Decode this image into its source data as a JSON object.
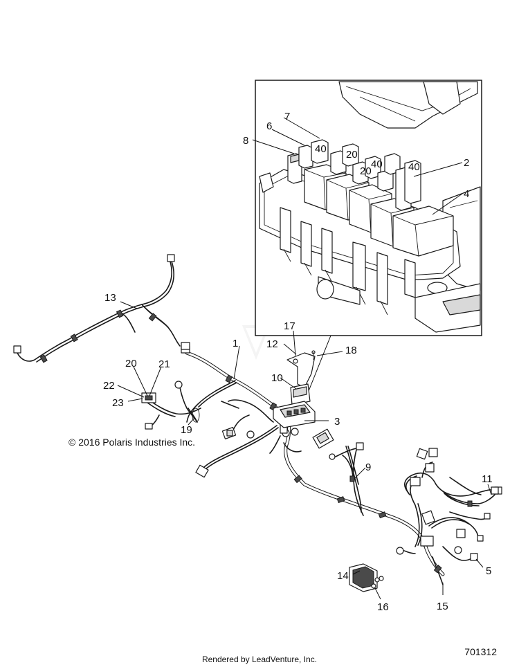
{
  "copyright": "© 2016 Polaris Industries Inc.",
  "footer": "Rendered by LeadVenture, Inc.",
  "reference_number": "701312",
  "callouts": {
    "c1": "1",
    "c2": "2",
    "c3": "3",
    "c4": "4",
    "c5": "5",
    "c6": "6",
    "c7": "7",
    "c8": "8",
    "c9": "9",
    "c10": "10",
    "c11": "11",
    "c12": "12",
    "c13": "13",
    "c14": "14",
    "c15": "15",
    "c16": "16",
    "c17": "17",
    "c18": "18",
    "c19": "19",
    "c20": "20",
    "c21": "21",
    "c22": "22",
    "c23": "23"
  },
  "relay_marks": [
    "40",
    "40",
    "20",
    "40",
    "20"
  ],
  "colors": {
    "line": "#1a1a1a",
    "background": "#ffffff",
    "fill": "#d9d9d9",
    "watermark": "#e6e6e6"
  }
}
